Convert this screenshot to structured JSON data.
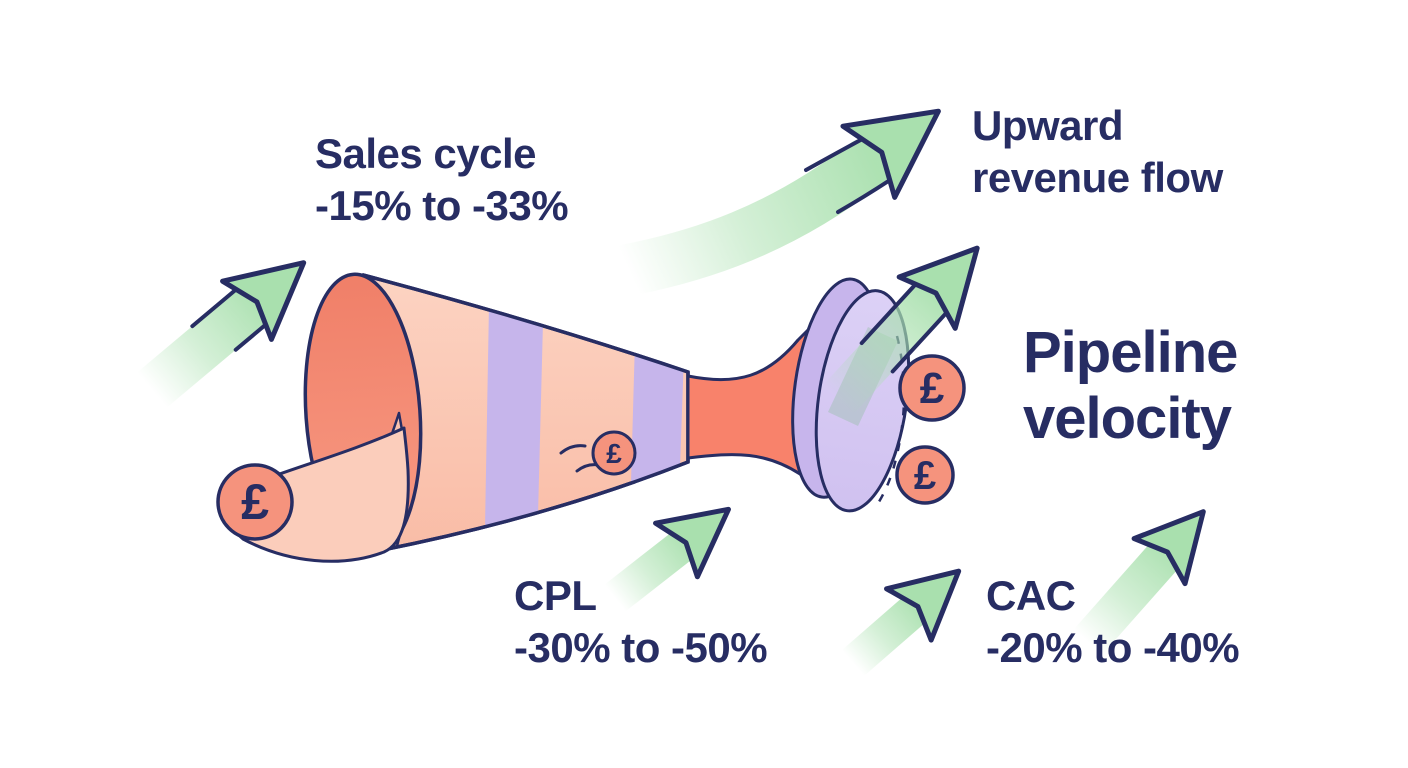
{
  "diagram": {
    "heading": {
      "line1": "Pipeline",
      "line2": "velocity"
    },
    "annotations": {
      "sales_cycle": {
        "label": "Sales cycle",
        "value": "-15% to -33%"
      },
      "upward_flow": {
        "line1": "Upward",
        "line2": "revenue flow"
      },
      "cpl": {
        "label": "CPL",
        "value": "-30% to -50%"
      },
      "cac": {
        "label": "CAC",
        "value": "-20% to -40%"
      }
    },
    "currency_symbol": "£",
    "colors": {
      "navy": "#272D63",
      "funnel_mouth_salmon": "#F5907B",
      "funnel_body_peach": "#FBCDBA",
      "tube_salmon": "#F8826B",
      "band_lavender": "#C6B5EB",
      "disc_lavender": "#D9CDF4",
      "arrow_green": "#A9E0AE",
      "coin_salmon": "#F5937D",
      "background": "#FFFFFF"
    }
  }
}
